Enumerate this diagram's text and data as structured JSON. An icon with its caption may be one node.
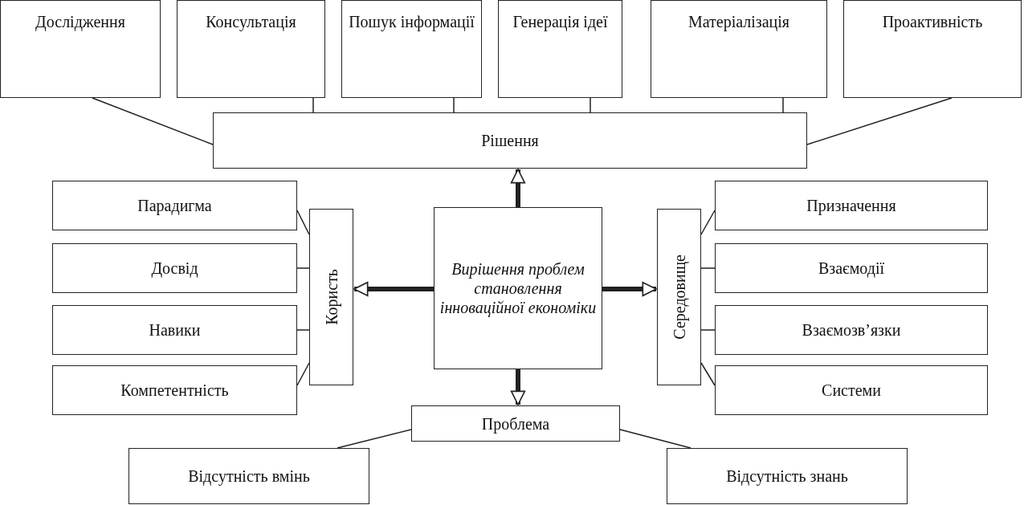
{
  "diagram": {
    "nodes": [
      {
        "text": [
          "Дослідження"
        ]
      },
      {
        "text": [
          "Консультація"
        ]
      },
      {
        "text": [
          "Пошук інформації"
        ]
      },
      {
        "text": [
          "Генерація ідеї"
        ]
      },
      {
        "text": [
          "Матеріалізація"
        ]
      },
      {
        "text": [
          "Проактивність"
        ]
      },
      {
        "text": [
          "Рішення"
        ]
      },
      {
        "text": [
          "Парадигма"
        ]
      },
      {
        "text": [
          "Користь"
        ]
      },
      {
        "text": [
          "Вирішення проблем становлення інноваційної економіки"
        ]
      },
      {
        "text": [
          "Середовище"
        ]
      },
      {
        "text": [
          "Призначення"
        ]
      },
      {
        "text": [
          "Досвід"
        ]
      },
      {
        "text": [
          "Взаємодії"
        ]
      },
      {
        "text": [
          "Навики"
        ]
      },
      {
        "text": [
          "Взаємозв’язки"
        ]
      },
      {
        "text": [
          "Компетентність"
        ]
      },
      {
        "text": [
          "Системи"
        ]
      },
      {
        "text": [
          "Проблема"
        ]
      },
      {
        "text": [
          "Відсутність вмінь"
        ]
      },
      {
        "text": [
          "Відсутність знань"
        ]
      }
    ],
    "edges": [
      {
        "from": 0,
        "to": 6,
        "arrow": "none"
      },
      {
        "from": 1,
        "to": 6,
        "arrow": "none"
      },
      {
        "from": 2,
        "to": 6,
        "arrow": "none"
      },
      {
        "from": 3,
        "to": 6,
        "arrow": "none"
      },
      {
        "from": 4,
        "to": 6,
        "arrow": "none"
      },
      {
        "from": 5,
        "to": 6,
        "arrow": "none"
      },
      {
        "from": 9,
        "to": 6,
        "arrow": "to",
        "style": "thick"
      },
      {
        "from": 9,
        "to": 8,
        "arrow": "to",
        "style": "thick"
      },
      {
        "from": 9,
        "to": 10,
        "arrow": "to",
        "style": "thick"
      },
      {
        "from": 9,
        "to": 18,
        "arrow": "to",
        "style": "thick"
      },
      {
        "from": 7,
        "to": 8,
        "arrow": "none"
      },
      {
        "from": 12,
        "to": 8,
        "arrow": "none"
      },
      {
        "from": 14,
        "to": 8,
        "arrow": "none"
      },
      {
        "from": 16,
        "to": 8,
        "arrow": "none"
      },
      {
        "from": 10,
        "to": 11,
        "arrow": "none"
      },
      {
        "from": 10,
        "to": 13,
        "arrow": "none"
      },
      {
        "from": 10,
        "to": 15,
        "arrow": "none"
      },
      {
        "from": 10,
        "to": 17,
        "arrow": "none"
      },
      {
        "from": 18,
        "to": 19,
        "arrow": "none"
      },
      {
        "from": 18,
        "to": 20,
        "arrow": "none"
      }
    ]
  }
}
